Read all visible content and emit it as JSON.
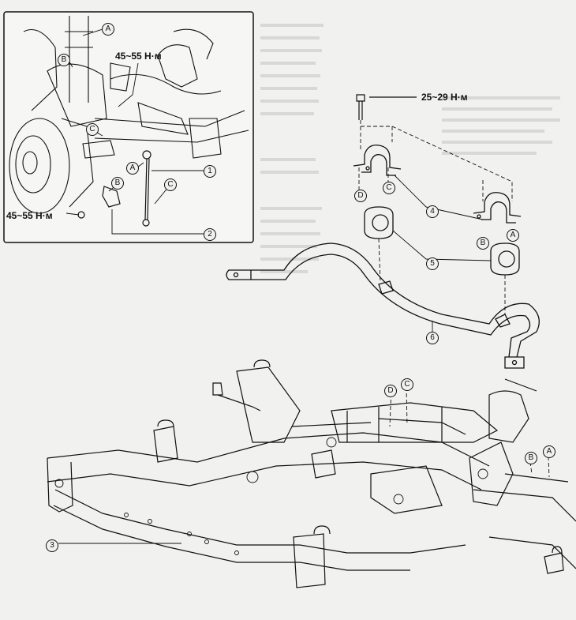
{
  "torques": {
    "inset_upper": "45~55 Н·м",
    "inset_lower": "45~55 Н·м",
    "bolt": "25~29 Н·м"
  },
  "parts": {
    "p1": "1",
    "p2": "2",
    "p3": "3",
    "p4": "4",
    "p5": "5",
    "p6": "6"
  },
  "marks": {
    "A": "A",
    "B": "B",
    "C": "C",
    "D": "D"
  },
  "colors": {
    "line": "#111111",
    "background": "#f1f1ef"
  }
}
